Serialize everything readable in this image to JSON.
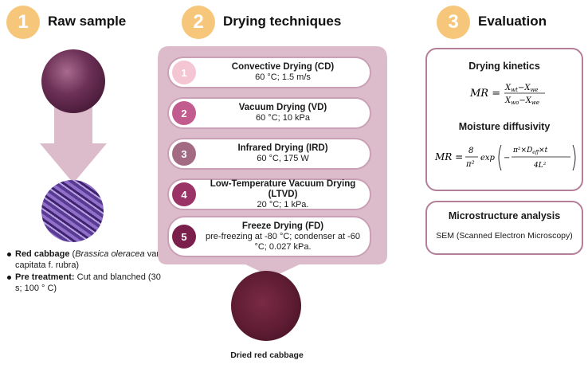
{
  "steps": [
    {
      "number": "1",
      "title": "Raw sample"
    },
    {
      "number": "2",
      "title": "Drying techniques"
    },
    {
      "number": "3",
      "title": "Evaluation"
    }
  ],
  "raw_sample": {
    "bullet1_label": "Red cabbage",
    "bullet1_species": "Brassica oleracea",
    "bullet1_rest": "var. capitata f. rubra)",
    "bullet2_label": "Pre treatment:",
    "bullet2_rest": "Cut and blanched (30 s; 100 ° C)"
  },
  "techniques": [
    {
      "number": "1",
      "name": "Convective Drying (CD)",
      "params": "60 °C; 1.5 m/s",
      "color": "#f4c6d3"
    },
    {
      "number": "2",
      "name": "Vacuum Drying (VD)",
      "params": "60 °C; 10 kPa",
      "color": "#c25b8e"
    },
    {
      "number": "3",
      "name": "Infrared Drying (IRD)",
      "params": "60 °C, 175 W",
      "color": "#a36a84"
    },
    {
      "number": "4",
      "name": "Low-Temperature Vacuum Drying (LTVD)",
      "params": "20 °C;  1 kPa.",
      "color": "#9a3466"
    },
    {
      "number": "5",
      "name": "Freeze Drying (FD)",
      "params": "pre-freezing at  -80 °C; condenser at -60 °C; 0.027 kPa.",
      "color": "#7b1f4d"
    }
  ],
  "product_label": "Dried red cabbage",
  "evaluation": {
    "kinetics_title": "Drying kinetics",
    "diffusivity_title": "Moisture diffusivity",
    "micro_title": "Microstructure analysis",
    "micro_text": "SEM (Scanned Electron Microscopy)"
  },
  "colors": {
    "step_circle": "#f6c77a",
    "panel": "#dcbccb",
    "border": "#b47e98"
  }
}
